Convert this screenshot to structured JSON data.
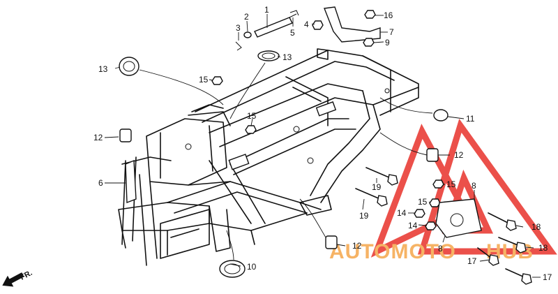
{
  "direction_label": "FR.",
  "watermark": {
    "brand_left": "AUTOMOTO",
    "brand_right": "HUB",
    "color_left": "#f5a64b",
    "color_right": "#f5a64b",
    "triangle_color": "#e8322b"
  },
  "callouts": {
    "c1": "1",
    "c2": "2",
    "c3": "3",
    "c4": "4",
    "c5": "5",
    "c6": "6",
    "c7": "7",
    "c8a": "8",
    "c8b": "8",
    "c9": "9",
    "c10": "10",
    "c11": "11",
    "c12a": "12",
    "c12b": "12",
    "c12c": "12",
    "c13a": "13",
    "c13b": "13",
    "c14a": "14",
    "c14b": "14",
    "c15a": "15",
    "c15b": "15",
    "c15c": "15",
    "c15d": "15",
    "c16": "16",
    "c17a": "17",
    "c17b": "17",
    "c18a": "18",
    "c18b": "18",
    "c19a": "19",
    "c19b": "19"
  }
}
